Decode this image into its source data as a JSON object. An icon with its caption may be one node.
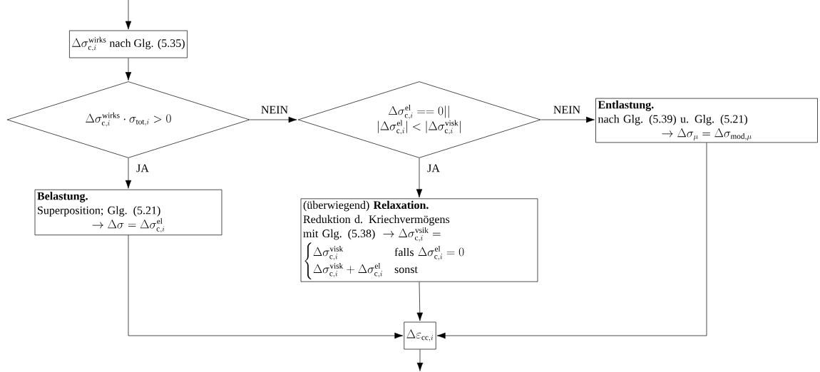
{
  "diagram": {
    "nodes": [
      {
        "text": [
          "\\Delta\\sigma_{\\mathrm{c},i}^{\\mathrm{wirks}}\\text{ nach Glg. (5.35)}"
        ]
      },
      {
        "text": [
          "\\Delta\\sigma_{\\mathrm{c},i}^{\\mathrm{wirks}}\\cdot\\sigma_{\\mathrm{tot},i}>0"
        ]
      },
      {
        "text": [
          "\\Delta\\sigma_{\\mathrm{c},i}^{\\mathrm{el}}==0||",
          "|\\Delta\\sigma_{\\mathrm{c},i}^{\\mathrm{el}}|<|\\Delta\\sigma_{\\mathrm{c},i}^{\\mathrm{visk}}|"
        ]
      },
      {
        "text": [
          "Entlastung.",
          "nach Glg. (5.39) u. Glg. (5.21)",
          "\\to\\Delta\\sigma_{\\mu}=\\Delta\\sigma_{\\mathrm{mod},\\mu}"
        ]
      },
      {
        "text": [
          "Belastung.",
          "Superposition; Glg. (5.21)",
          "\\to\\Delta\\sigma=\\Delta\\sigma_{\\mathrm{c},i}^{\\mathrm{el}}"
        ]
      },
      {
        "text": [
          "(überwiegend) **Relaxation.**",
          "Reduktion d. Kriechvermögens",
          "\\text{mit Glg. (5.38) }\\to\\Delta\\sigma_{\\mathrm{c},i}^{\\mathrm{vsik}}=",
          "\\begin{cases}\\Delta\\sigma_{\\mathrm{c},i}^{\\mathrm{visk}} & \\text{falls }\\Delta\\sigma_{\\mathrm{c},i}^{\\mathrm{el}}=0\\\\ \\Delta\\sigma_{\\mathrm{c},i}^{\\mathrm{visk}}+\\Delta\\sigma_{\\mathrm{c},i}^{\\mathrm{el}} & \\text{sonst}\\end{cases}"
        ]
      },
      {
        "text": [
          "\\Delta\\varepsilon_{\\mathrm{cc},i}"
        ]
      }
    ],
    "edges": [
      {
        "from": null,
        "to": 0,
        "arrow": "to"
      },
      {
        "from": 0,
        "to": 1,
        "arrow": "to"
      },
      {
        "from": 1,
        "to": 2,
        "arrow": "to",
        "label": "NEIN"
      },
      {
        "from": 1,
        "to": 4,
        "arrow": "to",
        "label": "JA"
      },
      {
        "from": 2,
        "to": 3,
        "arrow": "to",
        "label": "NEIN"
      },
      {
        "from": 2,
        "to": 5,
        "arrow": "to",
        "label": "JA"
      },
      {
        "from": 4,
        "to": 6,
        "arrow": "to"
      },
      {
        "from": 5,
        "to": 6,
        "arrow": "to"
      },
      {
        "from": 3,
        "to": 6,
        "arrow": "to"
      },
      {
        "from": 6,
        "to": null,
        "arrow": "to"
      }
    ]
  }
}
